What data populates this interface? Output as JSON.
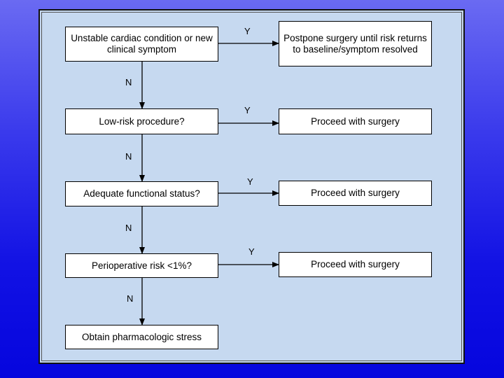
{
  "nodes": {
    "decision_1": "Unstable cardiac condition or new clinical symptom",
    "outcome_1": "Postpone surgery until risk returns to baseline/symptom resolved",
    "decision_2": "Low-risk procedure?",
    "outcome_2": "Proceed with surgery",
    "decision_3": "Adequate functional status?",
    "outcome_3": "Proceed with surgery",
    "decision_4": "Perioperative risk <1%?",
    "outcome_4": "Proceed with surgery",
    "final": "Obtain pharmacologic stress"
  },
  "edge_labels": {
    "yes": "Y",
    "no": "N"
  },
  "colors": {
    "panel_background": "#c6d9f0",
    "box_fill": "#ffffff",
    "stroke": "#000000",
    "page_gradient_top": "#6a6af2",
    "page_gradient_bottom": "#0505de"
  }
}
